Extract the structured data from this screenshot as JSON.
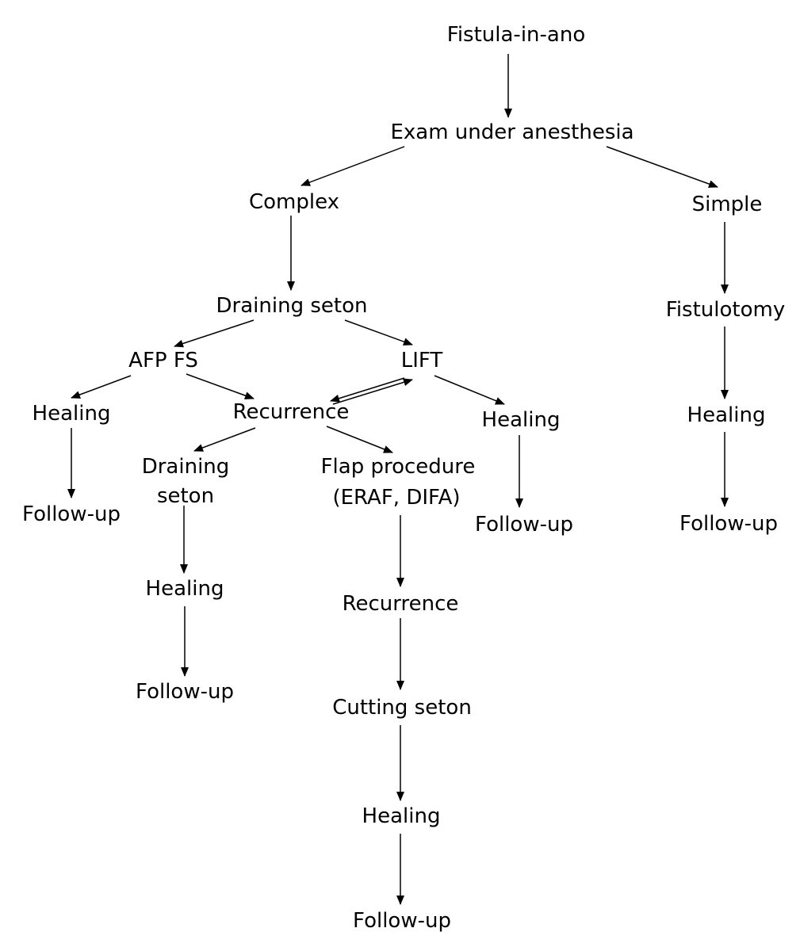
{
  "diagram": {
    "colors": {
      "line": "#000000",
      "text": "#000000",
      "background": "#ffffff"
    },
    "nodes": {
      "fistula_in_ano": "Fistula-in-ano",
      "exam_under_anesthesia": "Exam under anesthesia",
      "complex": "Complex",
      "simple": "Simple",
      "draining_seton_1": "Draining seton",
      "fistulotomy": "Fistulotomy",
      "afp_fs": "AFP FS",
      "lift": "LIFT",
      "healing_1": "Healing",
      "recurrence_1": "Recurrence",
      "healing_2": "Healing",
      "healing_3": "Healing",
      "follow_up_1": "Follow-up",
      "draining_seton_2_line1": "Draining",
      "draining_seton_2_line2": "seton",
      "flap_procedure_line1": "Flap procedure",
      "flap_procedure_line2": "(ERAF, DIFA)",
      "follow_up_2": "Follow-up",
      "follow_up_3": "Follow-up",
      "healing_4": "Healing",
      "recurrence_2": "Recurrence",
      "follow_up_4": "Follow-up",
      "cutting_seton": "Cutting seton",
      "healing_5": "Healing",
      "follow_up_5": "Follow-up"
    }
  }
}
